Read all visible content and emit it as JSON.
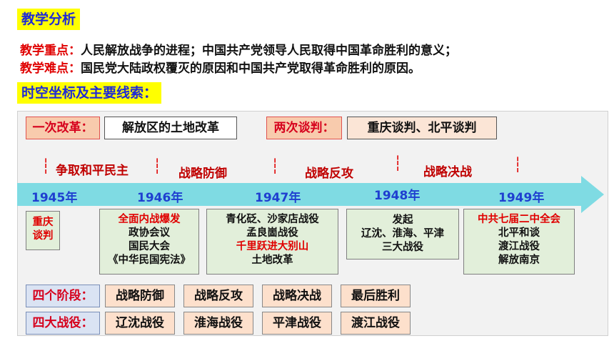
{
  "heading": "教学分析",
  "key_point": {
    "label": "教学重点：",
    "text": "人民解放战争的进程；中国共产党领导人民取得中国革命胜利的意义；"
  },
  "difficult_point": {
    "label": "教学难点：",
    "text": "国民党大陆政权覆灭的原因和中国共产党取得革命胜利的原因。"
  },
  "timeline_heading": "时空坐标及主要线索：",
  "reform": {
    "label": "一次改革：",
    "value": "解放区的土地改革"
  },
  "talks": {
    "label": "两次谈判：",
    "value": "重庆谈判、北平谈判"
  },
  "phases": [
    "争取和平民主",
    "战略防御",
    "战略反攻",
    "战略决战"
  ],
  "years": [
    "1945年",
    "1946年",
    "1947年",
    "1948年",
    "1949年"
  ],
  "events": {
    "e1945": [
      "重庆",
      "谈判"
    ],
    "e1946": [
      "全面内战爆发",
      "政协会议",
      "国民大会",
      "《中华民国宪法》"
    ],
    "e1947": [
      "青化砭、沙家店战役",
      "孟良崮战役",
      "千里跃进大别山",
      "土地改革"
    ],
    "e1948": [
      "发起",
      "辽沈、淮海、平津",
      "三大战役"
    ],
    "e1949": [
      "中共七届二中全会",
      "北平和谈",
      "渡江战役",
      "解放南京"
    ]
  },
  "stages": {
    "label": "四个阶段：",
    "items": [
      "战略防御",
      "战略反攻",
      "战略决战",
      "最后胜利"
    ]
  },
  "battles": {
    "label": "四大战役：",
    "items": [
      "辽沈战役",
      "淮海战役",
      "平津战役",
      "渡江战役"
    ]
  },
  "colors": {
    "heading_text": "#1f2ad6",
    "highlight": "#ffff00",
    "red_label": "#e00000",
    "arrow": "#7fdbe3",
    "green_box": "#e2efda"
  }
}
